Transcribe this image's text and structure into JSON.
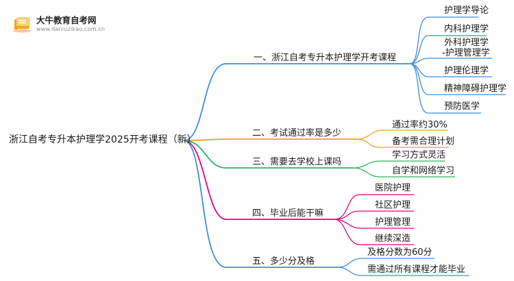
{
  "logo": {
    "title": "大牛教育自考网",
    "url": "www.daniuzikao.com.cn",
    "icon": "book-stack-icon"
  },
  "root": "浙江自考专升本护理学2025开考课程（新）",
  "colors": {
    "blue": "#3a8ee6",
    "orange": "#f0a020",
    "green": "#27b55e",
    "magenta": "#e6007e"
  },
  "branches": [
    {
      "label": "一、浙江自考专升本护理学开考课程",
      "children": [
        "护理学导论",
        "内科护理学",
        "外科护理学",
        "-护理管理学",
        "护理伦理学",
        "精神障碍护理学",
        "预防医学"
      ]
    },
    {
      "label": "二、考试通过率是多少",
      "children": [
        "通过率约30%",
        "备考需合理计划"
      ]
    },
    {
      "label": "三、需要去学校上课吗",
      "children": [
        "学习方式灵活",
        "自学和网络学习"
      ]
    },
    {
      "label": "四、毕业后能干嘛",
      "children": [
        "医院护理",
        "社区护理",
        "护理管理",
        "继续深造"
      ]
    },
    {
      "label": "五、多少分及格",
      "children": [
        "及格分数为60分",
        "需通过所有课程才能毕业"
      ]
    }
  ]
}
